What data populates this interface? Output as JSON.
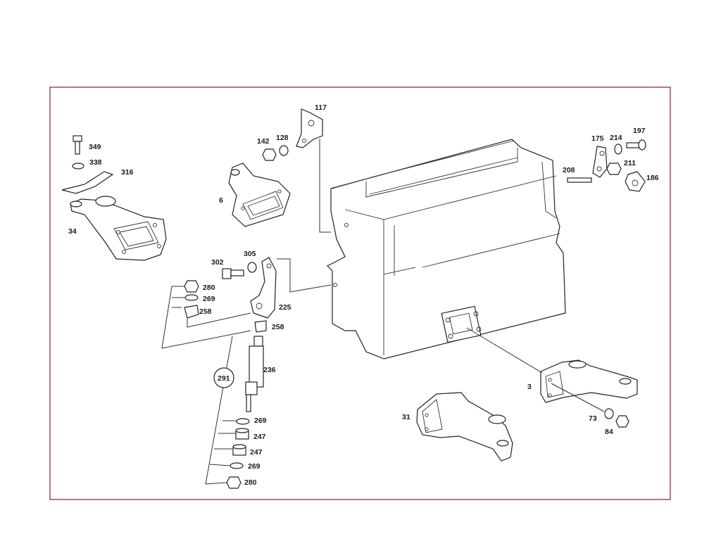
{
  "callouts": {
    "c349": "349",
    "c338": "338",
    "c316": "316",
    "c34": "34",
    "c6": "6",
    "c142": "142",
    "c128": "128",
    "c117": "117",
    "c175": "175",
    "c214": "214",
    "c197": "197",
    "c208": "208",
    "c211": "211",
    "c186": "186",
    "c302": "302",
    "c305": "305",
    "c280a": "280",
    "c269a": "269",
    "c258a": "258",
    "c225": "225",
    "c258b": "258",
    "c236": "236",
    "c291": "291",
    "c269b": "269",
    "c247a": "247",
    "c247b": "247",
    "c269c": "269",
    "c280b": "280",
    "c3": "3",
    "c31": "31",
    "c73": "73",
    "c84": "84"
  },
  "colors": {
    "frame": "#8a1d3a",
    "ink": "#222222",
    "background": "#ffffff"
  }
}
